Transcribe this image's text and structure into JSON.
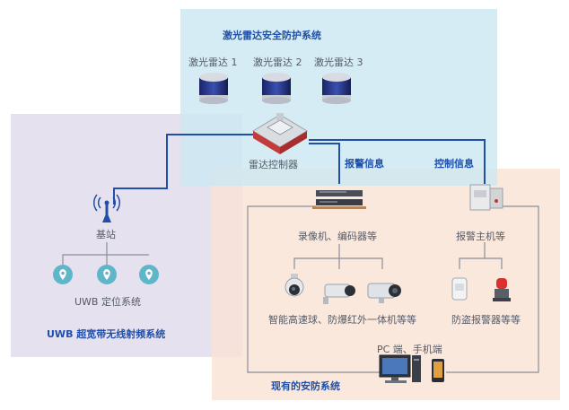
{
  "zones": {
    "lidar_system": {
      "title": "激光雷达安全防护系统",
      "fill": "#d3ebf2"
    },
    "uwb_system": {
      "title": "UWB 超宽带无线射频系统",
      "fill": "#e5e0ee"
    },
    "existing_security": {
      "title": "现有的安防系统",
      "fill": "#fbe7dc"
    }
  },
  "lidar_units": [
    "激光雷达 1",
    "激光雷达 2",
    "激光雷达 3"
  ],
  "nodes": {
    "radar_controller": "雷达控制器",
    "base_station": "基站",
    "uwb_positioning": "UWB 定位系统",
    "recorder": "录像机、编码器等",
    "alarm_host": "报警主机等",
    "cameras": "智能高速球、防爆红外一体机等等",
    "detectors": "防盗报警器等等",
    "pc_mobile": "PC 端、手机端"
  },
  "links": {
    "alarm_info": "报警信息",
    "control_info": "控制信息"
  },
  "colors": {
    "link_blue": "#1f4fa8",
    "tree_gray": "#8a8f99",
    "pin_teal": "#5fb6c8"
  }
}
